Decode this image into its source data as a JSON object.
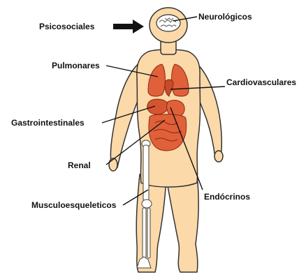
{
  "labels": {
    "psicosociales": "Psicosociales",
    "neurologicos": "Neurológicos",
    "pulmonares": "Pulmonares",
    "cardiovasculares": "Cardiovasculares",
    "gastrointestinales": "Gastrointestinales",
    "renal": "Renal",
    "endocrinos": "Endócrinos",
    "musculoesqueleticos": "Musculoesqueleticos"
  },
  "colors": {
    "skin": "#FCD9A8",
    "outline": "#333333",
    "organ": "#E0603A",
    "organ_dark": "#B8401F",
    "bone": "#FFFFFF",
    "brain": "#FFFFFF",
    "leader_line": "#111111"
  }
}
